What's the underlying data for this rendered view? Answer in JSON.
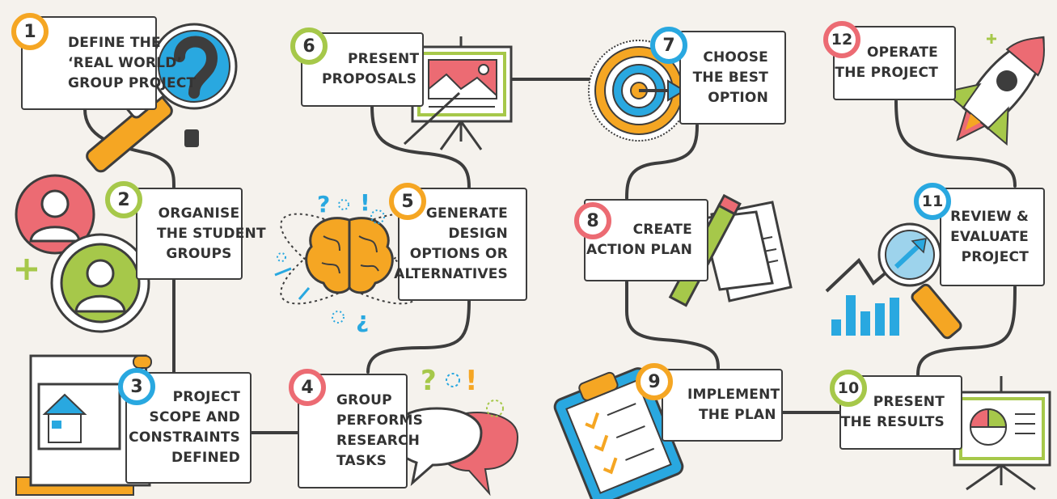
{
  "colors": {
    "background": "#f5f2ed",
    "orange": "#f5a623",
    "green": "#a6c84a",
    "blue": "#29a8e0",
    "red": "#ec6b73",
    "outline": "#3d3d3d"
  },
  "steps": [
    {
      "number": "1",
      "lines": [
        "DEFINE THE",
        "‘REAL WORLD’",
        "GROUP PROJECT"
      ],
      "color": "#f5a623",
      "icon": "magnifier-question-icon"
    },
    {
      "number": "2",
      "lines": [
        "ORGANISE",
        "THE STUDENT",
        "GROUPS"
      ],
      "color": "#a6c84a",
      "icon": "users-icon"
    },
    {
      "number": "3",
      "lines": [
        "PROJECT",
        "SCOPE AND",
        "CONSTRAINTS",
        "DEFINED"
      ],
      "color": "#29a8e0",
      "icon": "blueprint-icon"
    },
    {
      "number": "4",
      "lines": [
        "GROUP",
        "PERFORMS",
        "RESEARCH",
        "TASKS"
      ],
      "color": "#ec6b73",
      "icon": "speech-bubbles-icon"
    },
    {
      "number": "5",
      "lines": [
        "GENERATE",
        "DESIGN",
        "OPTIONS OR",
        "ALTERNATIVES"
      ],
      "color": "#f5a623",
      "icon": "brain-icon"
    },
    {
      "number": "6",
      "lines": [
        "PRESENT",
        "PROPOSALS"
      ],
      "color": "#a6c84a",
      "icon": "easel-icon"
    },
    {
      "number": "7",
      "lines": [
        "CHOOSE",
        "THE BEST",
        "OPTION"
      ],
      "color": "#29a8e0",
      "icon": "target-icon"
    },
    {
      "number": "8",
      "lines": [
        "CREATE",
        "ACTION PLAN"
      ],
      "color": "#ec6b73",
      "icon": "pencil-document-icon"
    },
    {
      "number": "9",
      "lines": [
        "IMPLEMENT",
        "THE PLAN"
      ],
      "color": "#f5a623",
      "icon": "clipboard-icon"
    },
    {
      "number": "10",
      "lines": [
        "PRESENT",
        "THE RESULTS"
      ],
      "color": "#a6c84a",
      "icon": "presentation-board-icon"
    },
    {
      "number": "11",
      "lines": [
        "REVIEW &",
        "EVALUATE",
        "PROJECT"
      ],
      "color": "#29a8e0",
      "icon": "chart-magnifier-icon"
    },
    {
      "number": "12",
      "lines": [
        "OPERATE",
        "THE PROJECT"
      ],
      "color": "#ec6b73",
      "icon": "rocket-icon"
    }
  ]
}
